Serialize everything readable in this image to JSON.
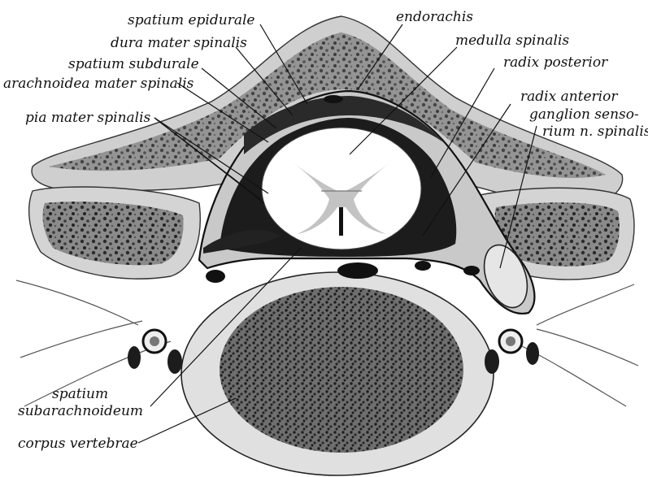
{
  "labels": {
    "spatium_epidurale": "spatium epidurale",
    "endorachis": "endorachis",
    "dura_mater_spinalis": "dura mater spinalis",
    "medulla_spinalis": "medulla spinalis",
    "spatium_subdurale": "spatium subdurale",
    "radix_posterior": "radix posterior",
    "arachnoidea_mater_spinalis": "arachnoidea mater spinalis",
    "radix_anterior": "radix anterior",
    "ganglion_line1": "ganglion senso-",
    "ganglion_line2": "rium n. spinalis",
    "pia_mater_spinalis": "pia mater spinalis",
    "spatium_subarachnoideum_line1": "spatium",
    "spatium_subarachnoideum_line2": "subarachnoideum",
    "corpus_vertebrae": "corpus vertebrae"
  },
  "colors": {
    "bone": "#d9d9d9",
    "bone_texture": "#2b2b2b",
    "cord": "#ffffff",
    "grey_matter": "#bdbdbd",
    "dark_space": "#1c1c1c",
    "lines": "#111111"
  }
}
